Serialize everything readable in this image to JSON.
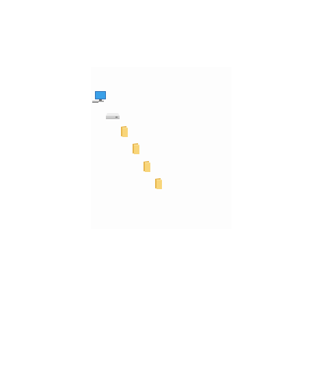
{
  "dialog": {
    "background": "#fdfdfd"
  },
  "tree": {
    "items": [
      {
        "level": 0,
        "icon": "computer-icon"
      },
      {
        "level": 1,
        "icon": "drive-icon"
      },
      {
        "level": 2,
        "icon": "folder-icon"
      },
      {
        "level": 3,
        "icon": "folder-icon"
      },
      {
        "level": 4,
        "icon": "folder-icon"
      },
      {
        "level": 5,
        "icon": "folder-icon"
      }
    ]
  },
  "colors": {
    "folder": "#f5c657",
    "folder_front": "#fbe08c",
    "monitor_screen": "#3aa0e8",
    "drive_body": "#d9d9d9"
  }
}
